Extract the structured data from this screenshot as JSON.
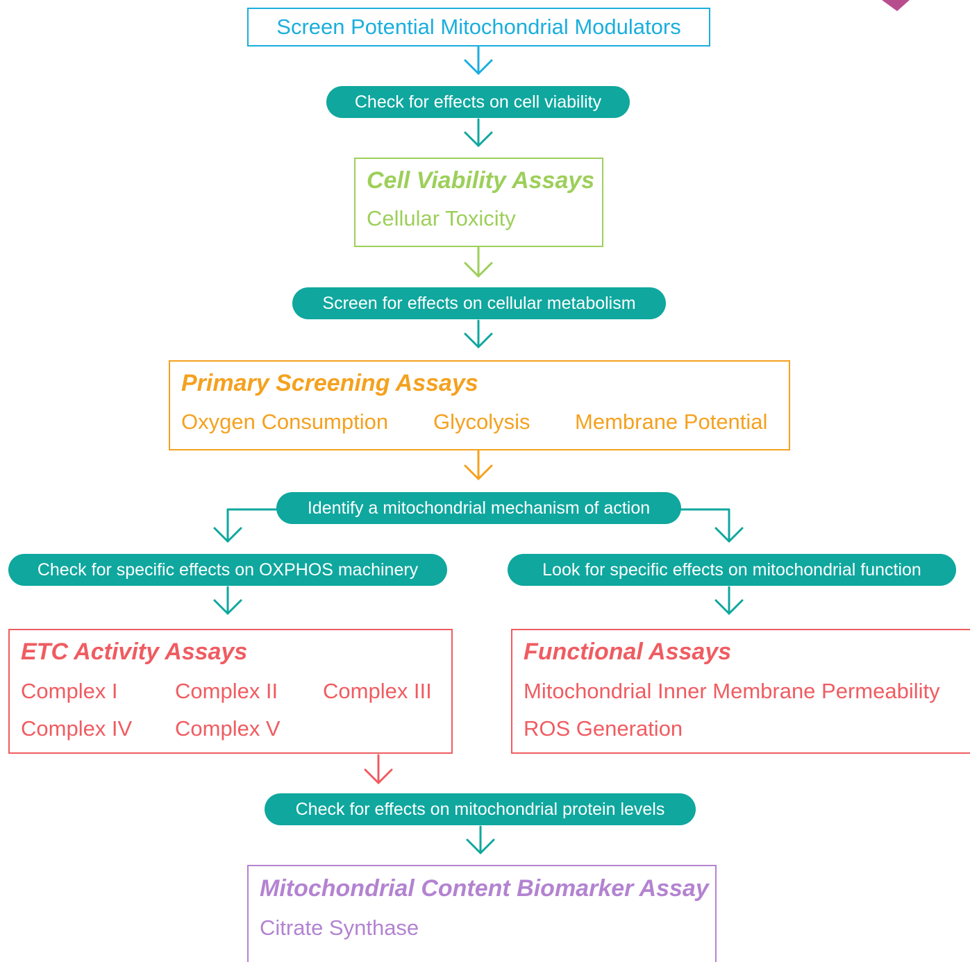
{
  "colors": {
    "teal": "#0fa79e",
    "cyan": "#1aaedd",
    "green": "#9dcf5a",
    "orange": "#f4a11f",
    "red": "#ef5c61",
    "purple": "#b383d1",
    "corner_gem": "#b84d8e"
  },
  "start": {
    "label": "Screen Potential Mitochondrial Modulators"
  },
  "steps": {
    "viability": "Check for effects on cell viability",
    "metabolism": "Screen for effects on cellular metabolism",
    "mechanism": "Identify a mitochondrial mechanism of action",
    "oxphos": "Check for specific effects on OXPHOS machinery",
    "function": "Look for specific effects on mitochondrial function",
    "protein": "Check for effects on mitochondrial protein levels"
  },
  "boxes": {
    "viability": {
      "title": "Cell Viability Assays",
      "items": [
        "Cellular Toxicity"
      ]
    },
    "primary": {
      "title": "Primary Screening Assays",
      "items": [
        "Oxygen Consumption",
        "Glycolysis",
        "Membrane Potential"
      ]
    },
    "etc": {
      "title": "ETC Activity Assays",
      "items": [
        "Complex I",
        "Complex II",
        "Complex III",
        "Complex IV",
        "Complex V"
      ]
    },
    "functional": {
      "title": "Functional Assays",
      "items": [
        "Mitochondrial Inner Membrane Permeability",
        "ROS Generation"
      ]
    },
    "content": {
      "title": "Mitochondrial Content Biomarker Assay",
      "items": [
        "Citrate Synthase"
      ]
    }
  }
}
